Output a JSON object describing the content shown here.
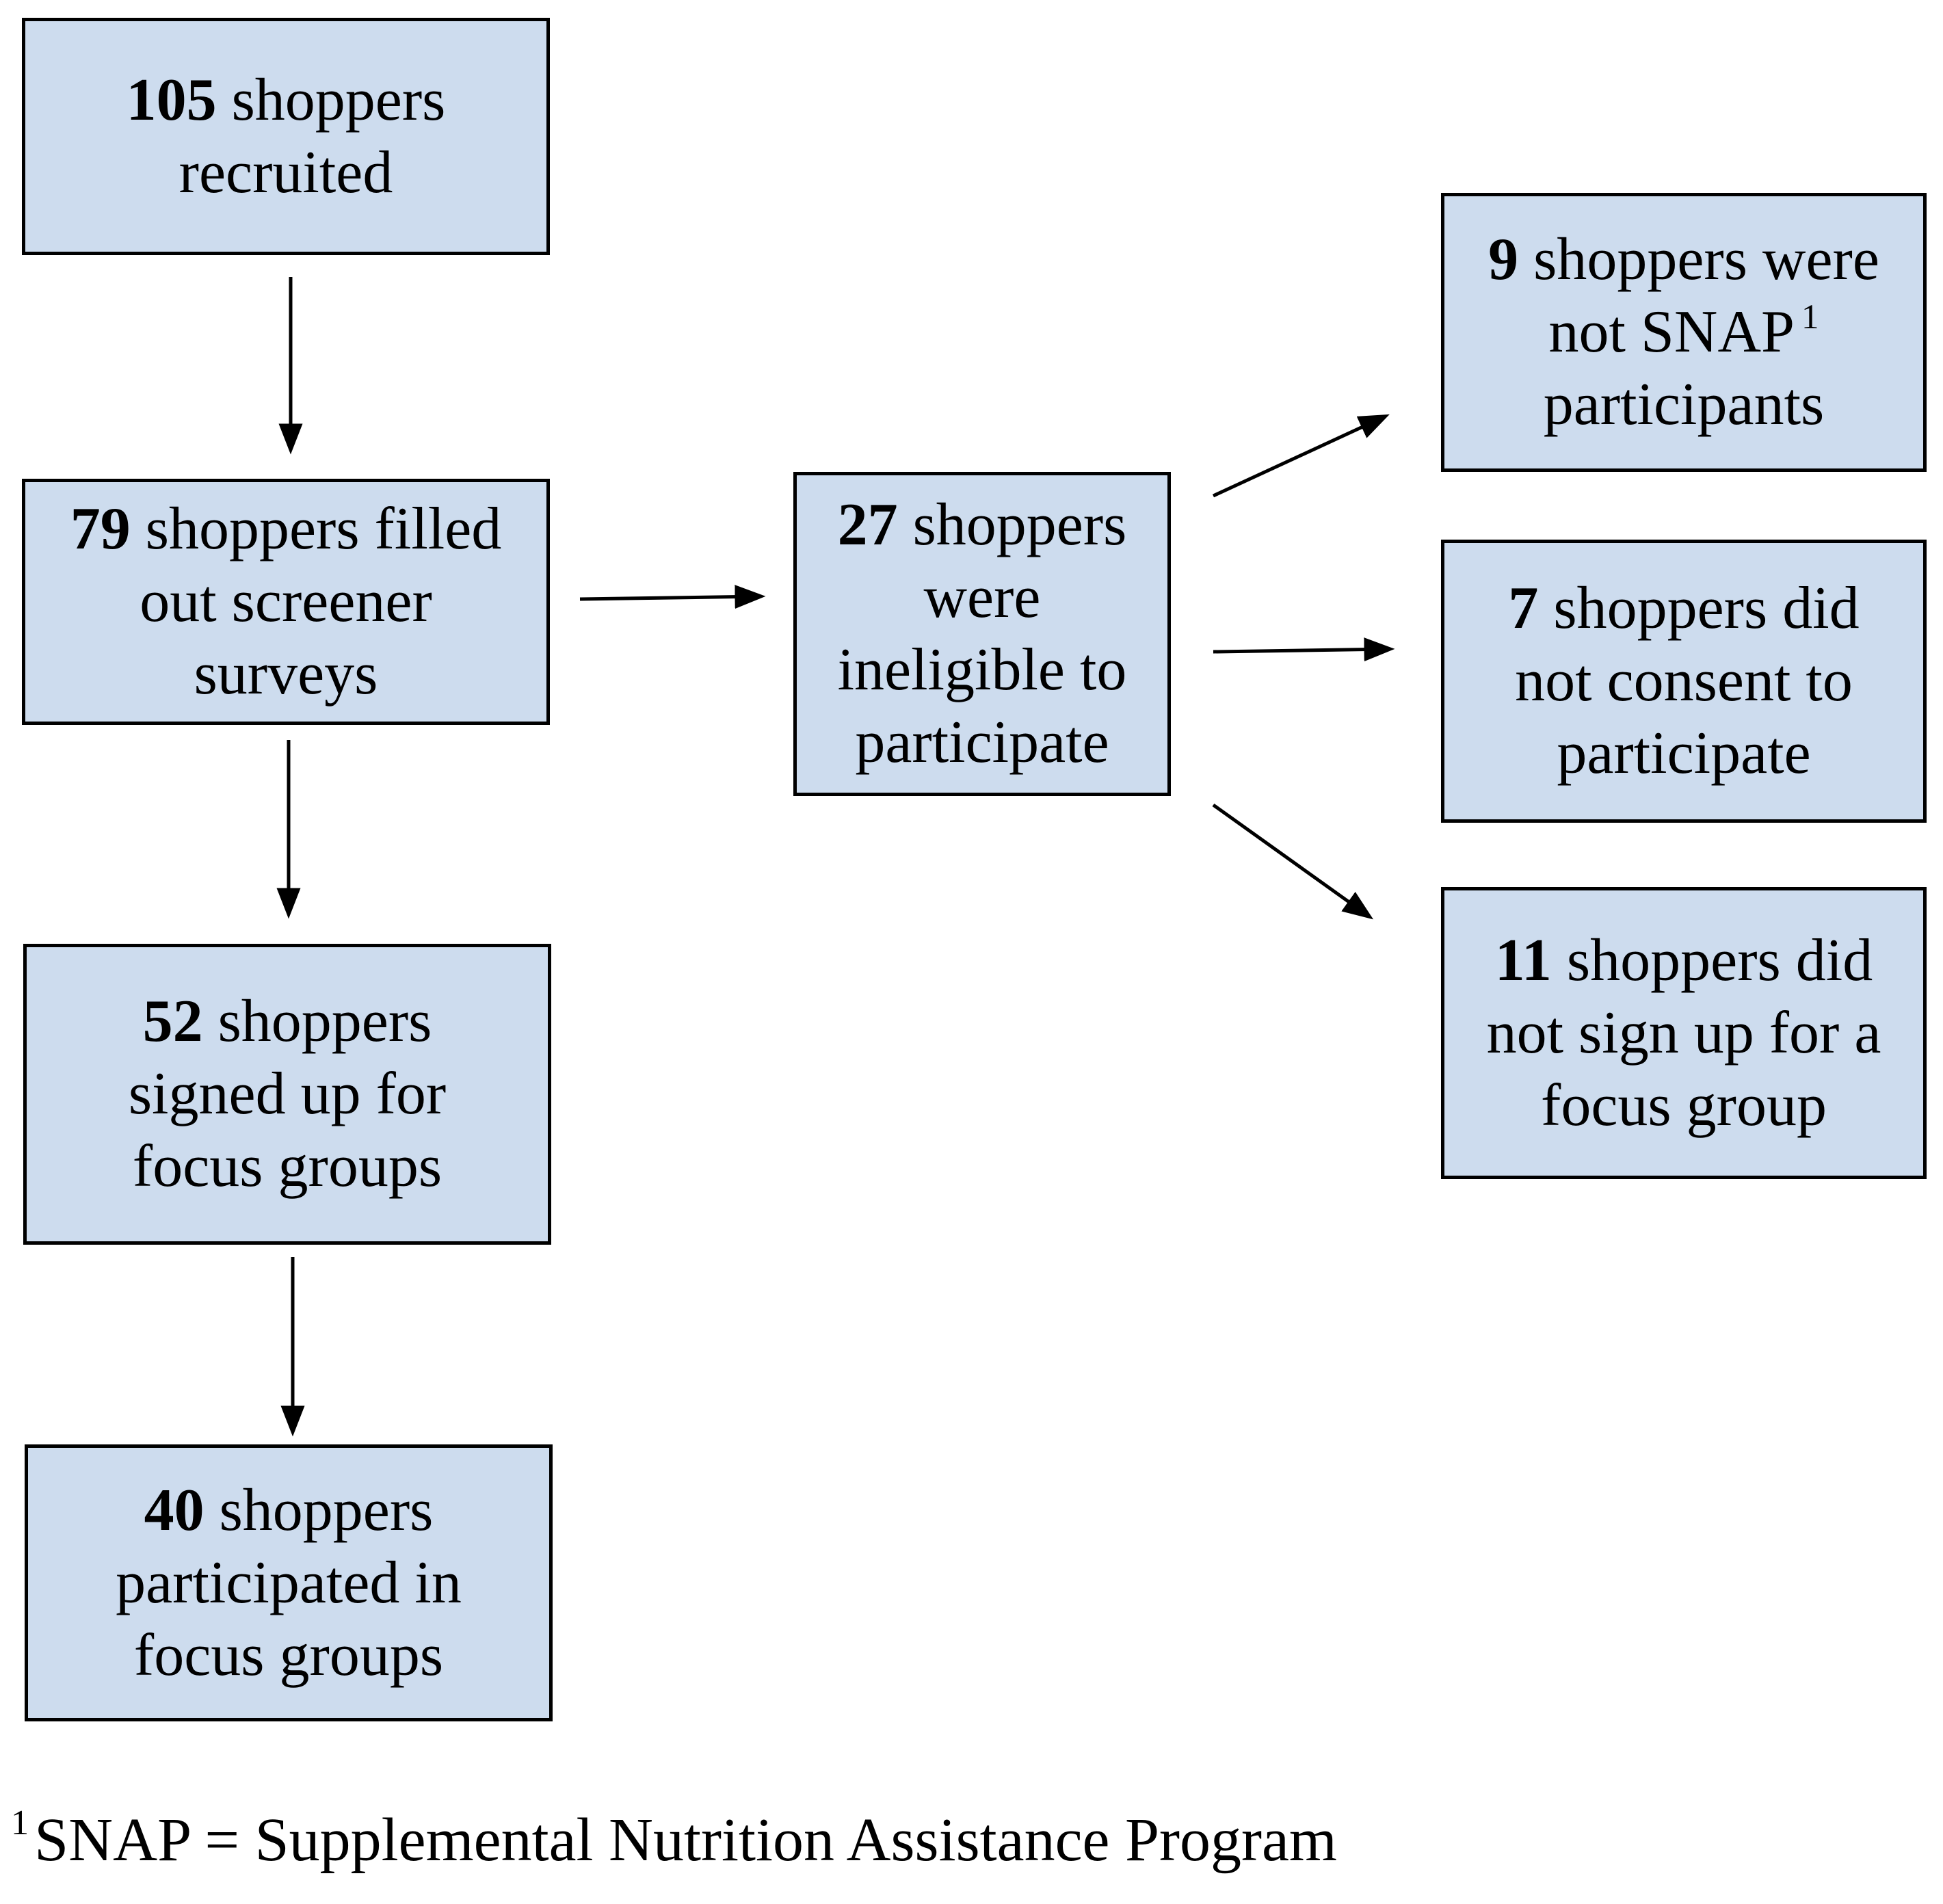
{
  "figure": {
    "type": "participant-flow-diagram",
    "colors": {
      "box_fill": "#cddcee",
      "box_border": "#000000",
      "arrow": "#000000",
      "background": "#ffffff"
    },
    "boxes": {
      "recruited": {
        "num": "105",
        "l1": " shoppers",
        "l2": "recruited"
      },
      "screener": {
        "num": "79",
        "l1": " shoppers filled",
        "l2": "out screener",
        "l3": "surveys"
      },
      "ineligible": {
        "num": "27",
        "l1": " shoppers",
        "l2": "were",
        "l3": "ineligible to",
        "l4": "participate"
      },
      "not_snap": {
        "num": "9",
        "l1": " shoppers were",
        "l2": "not SNAP",
        "l2_sup": "1",
        "l3": "participants"
      },
      "no_consent": {
        "num": "7",
        "l1": " shoppers did",
        "l2": "not consent to",
        "l3": "participate"
      },
      "no_signup": {
        "num": "11",
        "l1": " shoppers did",
        "l2": "not sign up for a",
        "l3": "focus group"
      },
      "signed_up": {
        "num": "52",
        "l1": " shoppers",
        "l2": "signed up for",
        "l3": "focus groups"
      },
      "participated": {
        "num": "40",
        "l1": " shoppers",
        "l2": "participated in",
        "l3": "focus groups"
      }
    },
    "edges": [
      {
        "from": "recruited",
        "to": "screener"
      },
      {
        "from": "screener",
        "to": "ineligible"
      },
      {
        "from": "ineligible",
        "to": "not_snap"
      },
      {
        "from": "ineligible",
        "to": "no_consent"
      },
      {
        "from": "ineligible",
        "to": "no_signup"
      },
      {
        "from": "screener",
        "to": "signed_up"
      },
      {
        "from": "signed_up",
        "to": "participated"
      }
    ],
    "footnote": {
      "sup": "1",
      "text": "SNAP = Supplemental Nutrition Assistance Program"
    }
  }
}
